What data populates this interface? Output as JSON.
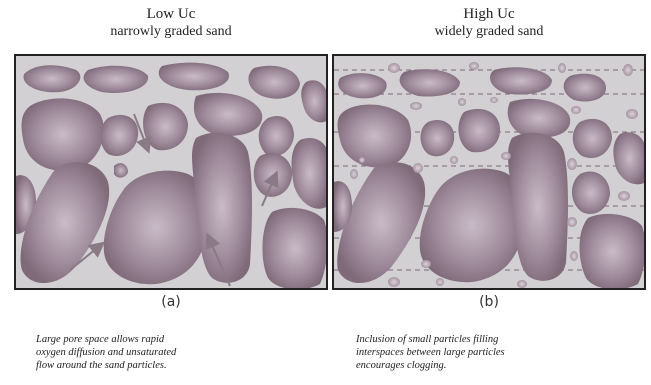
{
  "left": {
    "title": "Low Uc",
    "subtitle": "narrowly graded sand",
    "label": "(a)",
    "caption": "Large pore space allows rapid\noxygen diffusion and unsaturated\nflow around the sand particles."
  },
  "right": {
    "title": "High Uc",
    "subtitle": "widely graded sand",
    "label": "(b)",
    "caption": "Inclusion of small particles filling\ninterspaces between large particles\nencourages clogging."
  },
  "colors": {
    "particle_dark": "#8a7482",
    "particle_light": "#c6b8c2",
    "pore": "#d2d0d2",
    "arrow": "#8a7a86",
    "dashes": "#7a6a76"
  }
}
